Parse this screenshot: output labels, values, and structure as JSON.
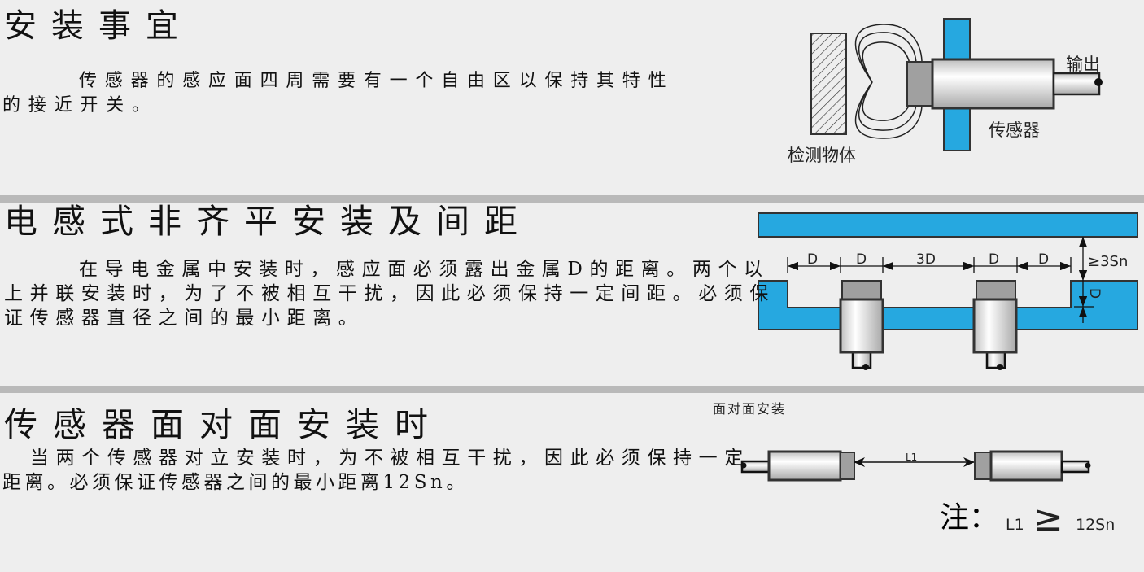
{
  "section1": {
    "title": "安装事宜",
    "lines": [
      "传感器的感应面四周需要有一个自由区以保持其特性",
      "的接近开关。"
    ],
    "diagram": {
      "output_label": "输出",
      "sensor_label": "传感器",
      "object_label": "检测物体"
    }
  },
  "section2": {
    "title": "电感式非齐平安装及间距",
    "lines": [
      "在导电金属中安装时，感应面必须露出金属D的距离。两个以",
      "上并联安装时，为了不被相互干扰，因此必须保持一定间距。必须保",
      "证传感器直径之间的最小距离。"
    ],
    "diagram": {
      "dims": [
        "D",
        "D",
        "3D",
        "D",
        "D"
      ],
      "gap_label": "≥3Sn",
      "depth_label": "D"
    }
  },
  "section3": {
    "title": "传感器面对面安装时",
    "lines": [
      "当两个传感器对立安装时，为不被相互干扰，因此必须保持一定",
      "距离。必须保证传感器之间的最小距离12Sn。"
    ],
    "diagram": {
      "caption": "面对面安装",
      "distance_label": "L1",
      "note_prefix": "注：",
      "note_var": "L1",
      "note_symbol": "≥",
      "note_value": "12Sn"
    }
  },
  "colors": {
    "background": "#eeeeee",
    "separator": "#b9b9b9",
    "metal_blue": "#26a8e0",
    "sensor_face": "#a0a0a0"
  }
}
